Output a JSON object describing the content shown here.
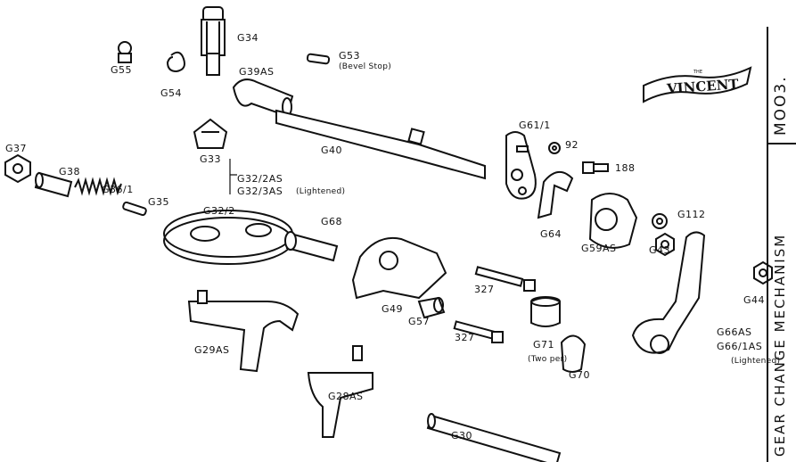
{
  "sidebar": {
    "title": "GEAR CHANGE MECHANISM",
    "code": "MOO3."
  },
  "logo": {
    "small": "THE",
    "text": "VINCENT"
  },
  "labels": {
    "g34": "G34",
    "g55": "G55",
    "g54": "G54",
    "g53": "G53",
    "g53_note": "(Bevel Stop)",
    "g39as": "G39AS",
    "g40": "G40",
    "g33": "G33",
    "g32_2as": "G32/2AS",
    "g32_3as": "G32/3AS",
    "g32_3as_note": "(Lightened)",
    "g32_2": "G32/2",
    "g37": "G37",
    "g38": "G38",
    "g36_1": "G36/1",
    "g35": "G35",
    "g68": "G68",
    "g61_1": "G61/1",
    "n92": "92",
    "n188": "188",
    "g64": "G64",
    "g59as": "G59AS",
    "g112": "G112",
    "g43": "G43",
    "g44": "G44",
    "n327a": "327",
    "n327b": "327",
    "g49": "G49",
    "g57": "G57",
    "g71": "G71",
    "g71_note": "(Two per)",
    "g70": "G70",
    "g66as": "G66AS",
    "g66_1as": "G66/1AS",
    "g66_note": "(Lightened)",
    "g29as": "G29AS",
    "g28as": "G28AS",
    "g30": "G30"
  },
  "colors": {
    "ink": "#111111",
    "paper": "#ffffff"
  }
}
